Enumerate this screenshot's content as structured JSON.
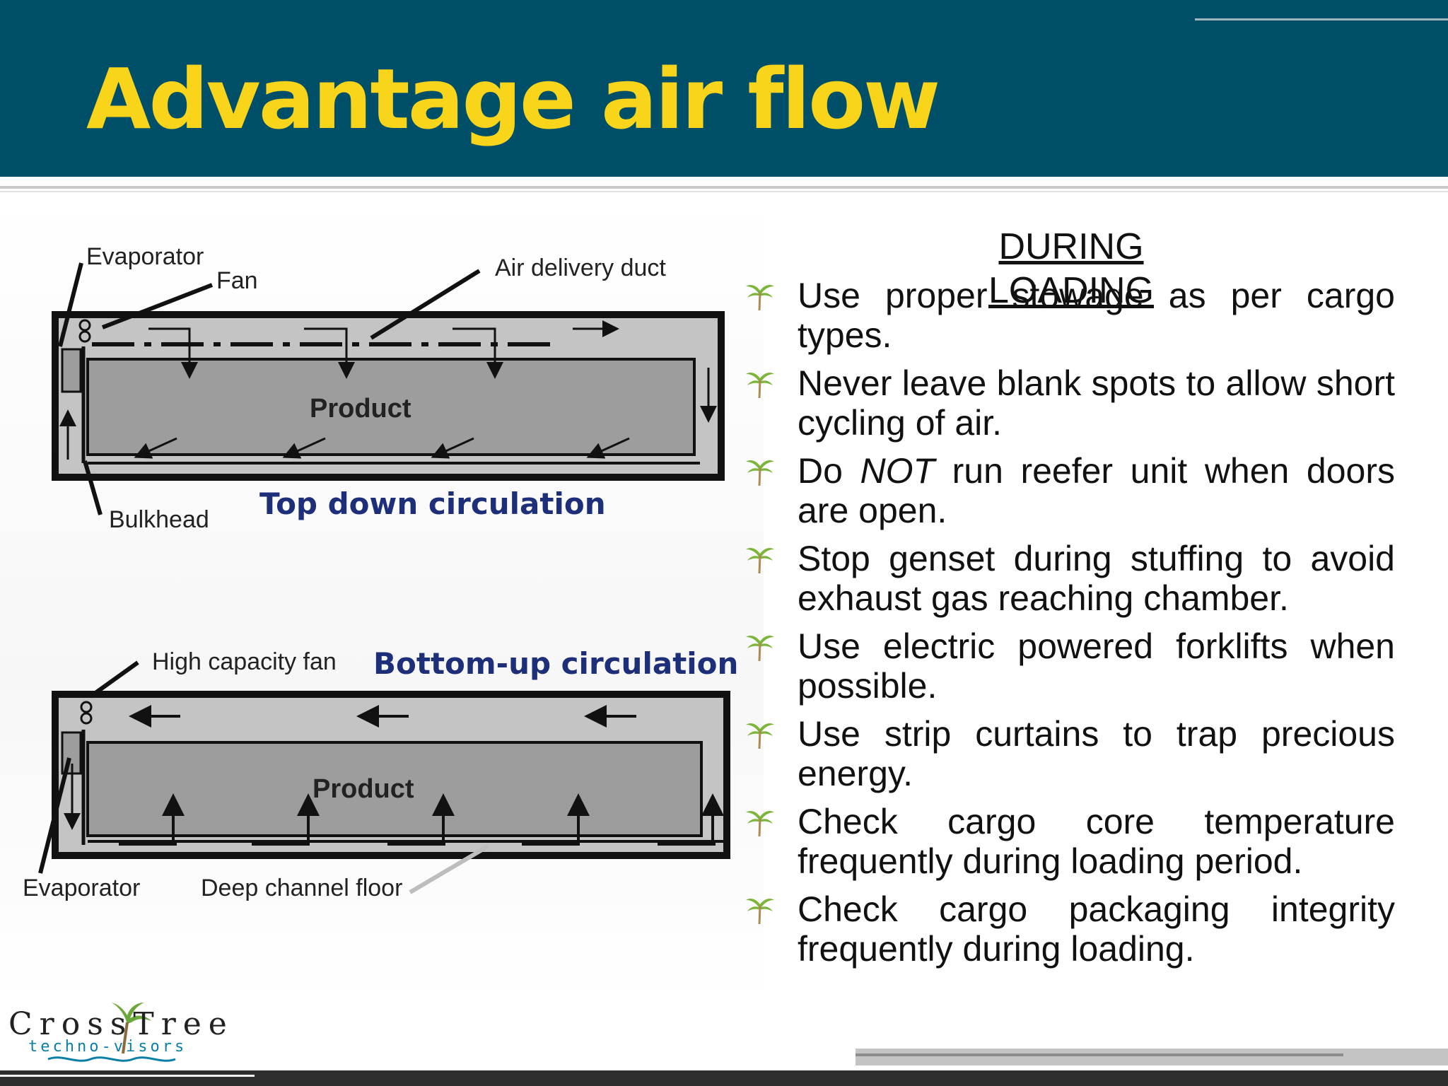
{
  "slide": {
    "title": "Advantage air flow"
  },
  "diagram_top": {
    "labels": {
      "evaporator": "Evaporator",
      "fan": "Fan",
      "air_delivery_duct": "Air delivery duct",
      "product": "Product",
      "bulkhead": "Bulkhead"
    },
    "caption": "Top down circulation"
  },
  "diagram_bottom": {
    "labels": {
      "high_capacity_fan": "High capacity fan",
      "product": "Product",
      "evaporator": "Evaporator",
      "deep_channel_floor": "Deep channel floor"
    },
    "caption": "Bottom-up circulation"
  },
  "loading": {
    "heading": "DURING LOADING",
    "bullet_icon": "palm-tree-icon",
    "items": [
      {
        "text": "Use proper stowage as per cargo types."
      },
      {
        "text": "Never leave blank spots to allow short cycling of air."
      },
      {
        "before": "Do ",
        "emph": "NOT",
        "after": " run reefer unit when doors are open."
      },
      {
        "text": "Stop genset during stuffing to avoid exhaust gas reaching chamber."
      },
      {
        "text": "Use electric powered forklifts when possible."
      },
      {
        "text": "Use strip curtains to trap precious energy."
      },
      {
        "text": "Check cargo core temperature frequently during loading period."
      },
      {
        "text": "Check cargo packaging integrity frequently during loading."
      }
    ]
  },
  "logo": {
    "name": "CrossTree",
    "tagline": "techno-visors"
  },
  "colors": {
    "header_bg": "#004f69",
    "title": "#f8d41a",
    "caption": "#1d2f79",
    "footer": "#2e2e2e"
  }
}
